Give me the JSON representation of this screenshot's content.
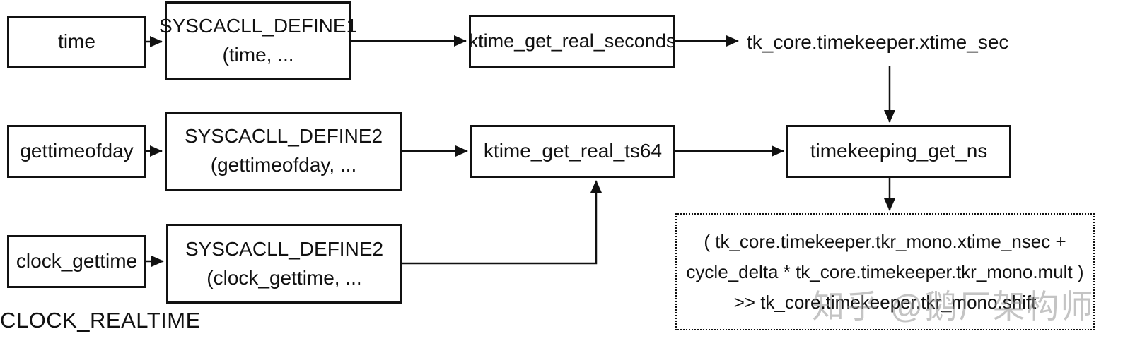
{
  "diagram": {
    "row1": {
      "syscall": "time",
      "define_line1": "SYSCACLL_DEFINE1",
      "define_line2": "(time, ...",
      "func": "ktime_get_real_seconds",
      "result": "tk_core.timekeeper.xtime_sec"
    },
    "row2": {
      "syscall": "gettimeofday",
      "define_line1": "SYSCACLL_DEFINE2",
      "define_line2": "(gettimeofday, ...",
      "func": "ktime_get_real_ts64",
      "func2": "timekeeping_get_ns"
    },
    "row3": {
      "syscall": "clock_gettime",
      "define_line1": "SYSCACLL_DEFINE2",
      "define_line2": "(clock_gettime, ..."
    },
    "formula_box": {
      "line1": "( tk_core.timekeeper.tkr_mono.xtime_nsec +",
      "line2": "cycle_delta * tk_core.timekeeper.tkr_mono.mult )",
      "line3": ">> tk_core.timekeeper.tkr_mono.shift"
    },
    "bottom_label": "CLOCK_REALTIME",
    "watermark": "知乎 @鹅厂架构师",
    "colors": {
      "stroke": "#111111",
      "background": "#ffffff",
      "watermark_gray": "#c9c9c9"
    }
  }
}
